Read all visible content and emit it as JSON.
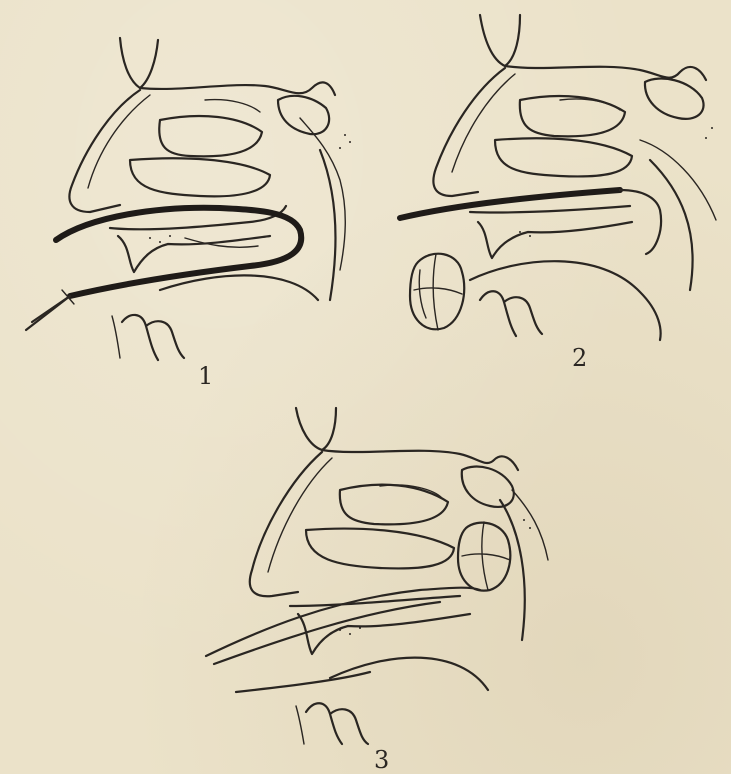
{
  "figures": [
    {
      "id": "fig-1",
      "label": "1"
    },
    {
      "id": "fig-2",
      "label": "2"
    },
    {
      "id": "fig-3",
      "label": "3"
    }
  ],
  "colors": {
    "paper": "#ebe2c9",
    "ink": "#2a2622"
  }
}
